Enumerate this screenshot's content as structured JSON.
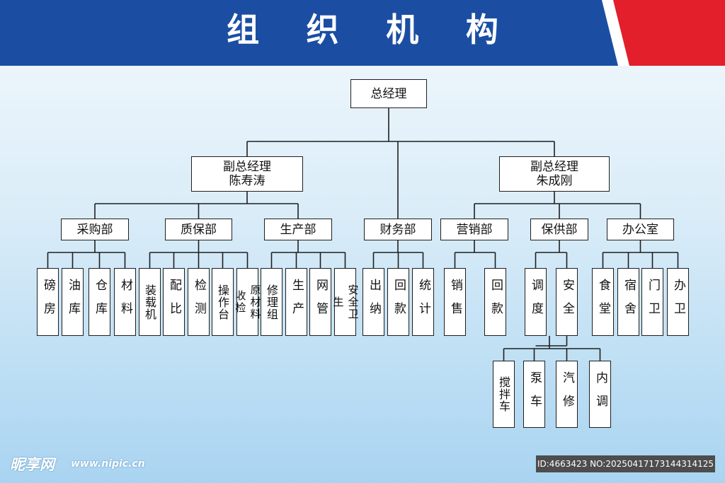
{
  "title": "组 织 机 构",
  "colors": {
    "banner_blue": "#1b4ea3",
    "banner_red": "#e21f2b",
    "line": "#1f1f1f"
  },
  "nodes": [
    {
      "id": "gm",
      "label": [
        "总经理"
      ],
      "orient": "h"
    },
    {
      "id": "vp1",
      "label": [
        "副总经理",
        "陈寿涛"
      ],
      "orient": "h"
    },
    {
      "id": "vp2",
      "label": [
        "副总经理",
        "朱成刚"
      ],
      "orient": "h"
    },
    {
      "id": "d_caigou",
      "label": [
        "采购部"
      ],
      "orient": "h"
    },
    {
      "id": "d_zhibao",
      "label": [
        "质保部"
      ],
      "orient": "h"
    },
    {
      "id": "d_shengchan",
      "label": [
        "生产部"
      ],
      "orient": "h"
    },
    {
      "id": "d_caiwu",
      "label": [
        "财务部"
      ],
      "orient": "h"
    },
    {
      "id": "d_yingxiao",
      "label": [
        "营销部"
      ],
      "orient": "h"
    },
    {
      "id": "d_baogong",
      "label": [
        "保供部"
      ],
      "orient": "h"
    },
    {
      "id": "d_bangong",
      "label": [
        "办公室"
      ],
      "orient": "h"
    },
    {
      "id": "l_bangfang",
      "label": [
        "磅房"
      ],
      "orient": "v"
    },
    {
      "id": "l_youku",
      "label": [
        "油库"
      ],
      "orient": "v"
    },
    {
      "id": "l_cangku",
      "label": [
        "仓库"
      ],
      "orient": "v"
    },
    {
      "id": "l_cailiao",
      "label": [
        "材料"
      ],
      "orient": "v"
    },
    {
      "id": "l_zhuangzaiji",
      "label": [
        "装载机"
      ],
      "orient": "v"
    },
    {
      "id": "l_peibi",
      "label": [
        "配比"
      ],
      "orient": "v"
    },
    {
      "id": "l_jiance",
      "label": [
        "检测"
      ],
      "orient": "v"
    },
    {
      "id": "l_caozuotai",
      "label": [
        "操作台"
      ],
      "orient": "v"
    },
    {
      "id": "l_yuancailiao",
      "label": [
        "原材料收检"
      ],
      "orient": "v"
    },
    {
      "id": "l_xiulizu",
      "label": [
        "修理组"
      ],
      "orient": "v"
    },
    {
      "id": "l_shengchan",
      "label": [
        "生产"
      ],
      "orient": "v"
    },
    {
      "id": "l_wangguan",
      "label": [
        "网管"
      ],
      "orient": "v"
    },
    {
      "id": "l_anquanweisheng",
      "label": [
        "安全卫生"
      ],
      "orient": "v"
    },
    {
      "id": "l_chuna",
      "label": [
        "出纳"
      ],
      "orient": "v"
    },
    {
      "id": "l_huikuan1",
      "label": [
        "回款"
      ],
      "orient": "v"
    },
    {
      "id": "l_tongji",
      "label": [
        "统计"
      ],
      "orient": "v"
    },
    {
      "id": "l_xiaoshou",
      "label": [
        "销售"
      ],
      "orient": "v"
    },
    {
      "id": "l_huikuan2",
      "label": [
        "回款"
      ],
      "orient": "v"
    },
    {
      "id": "l_diaodu",
      "label": [
        "调度"
      ],
      "orient": "v"
    },
    {
      "id": "l_anquan",
      "label": [
        "安全"
      ],
      "orient": "v"
    },
    {
      "id": "l_shitang",
      "label": [
        "食堂"
      ],
      "orient": "v"
    },
    {
      "id": "l_sushe",
      "label": [
        "宿舍"
      ],
      "orient": "v"
    },
    {
      "id": "l_menwei",
      "label": [
        "门卫"
      ],
      "orient": "v"
    },
    {
      "id": "l_banwei",
      "label": [
        "办卫"
      ],
      "orient": "v"
    },
    {
      "id": "s_jiaobanche",
      "label": [
        "搅拌车"
      ],
      "orient": "v"
    },
    {
      "id": "s_bengche",
      "label": [
        "泵车"
      ],
      "orient": "v"
    },
    {
      "id": "s_qixiu",
      "label": [
        "汽修"
      ],
      "orient": "v"
    },
    {
      "id": "s_neidiao",
      "label": [
        "内调"
      ],
      "orient": "v"
    }
  ],
  "edges": [
    [
      "gm",
      "vp1"
    ],
    [
      "gm",
      "vp2"
    ],
    [
      "gm",
      "d_caiwu"
    ],
    [
      "vp1",
      "d_caigou"
    ],
    [
      "vp1",
      "d_zhibao"
    ],
    [
      "vp1",
      "d_shengchan"
    ],
    [
      "vp2",
      "d_yingxiao"
    ],
    [
      "vp2",
      "d_baogong"
    ],
    [
      "vp2",
      "d_bangong"
    ],
    [
      "d_caigou",
      "l_bangfang"
    ],
    [
      "d_caigou",
      "l_youku"
    ],
    [
      "d_caigou",
      "l_cangku"
    ],
    [
      "d_caigou",
      "l_cailiao"
    ],
    [
      "d_zhibao",
      "l_zhuangzaiji"
    ],
    [
      "d_zhibao",
      "l_peibi"
    ],
    [
      "d_zhibao",
      "l_jiance"
    ],
    [
      "d_zhibao",
      "l_caozuotai"
    ],
    [
      "d_zhibao",
      "l_yuancailiao"
    ],
    [
      "d_shengchan",
      "l_xiulizu"
    ],
    [
      "d_shengchan",
      "l_shengchan"
    ],
    [
      "d_shengchan",
      "l_wangguan"
    ],
    [
      "d_shengchan",
      "l_anquanweisheng"
    ],
    [
      "d_caiwu",
      "l_chuna"
    ],
    [
      "d_caiwu",
      "l_huikuan1"
    ],
    [
      "d_caiwu",
      "l_tongji"
    ],
    [
      "d_yingxiao",
      "l_xiaoshou"
    ],
    [
      "d_yingxiao",
      "l_huikuan2"
    ],
    [
      "d_baogong",
      "l_diaodu"
    ],
    [
      "d_baogong",
      "l_anquan"
    ],
    [
      "d_bangong",
      "l_shitang"
    ],
    [
      "d_bangong",
      "l_sushe"
    ],
    [
      "d_bangong",
      "l_menwei"
    ],
    [
      "d_bangong",
      "l_banwei"
    ],
    [
      "l_diaodu",
      "s_jiaobanche"
    ],
    [
      "l_diaodu",
      "s_bengche"
    ],
    [
      "l_diaodu",
      "s_qixiu"
    ],
    [
      "l_diaodu",
      "s_neidiao"
    ]
  ],
  "watermark": {
    "logo": "昵享网",
    "url": "www.nipic.cn",
    "id_text": "ID:4663423 NO:20250417173144314125"
  }
}
